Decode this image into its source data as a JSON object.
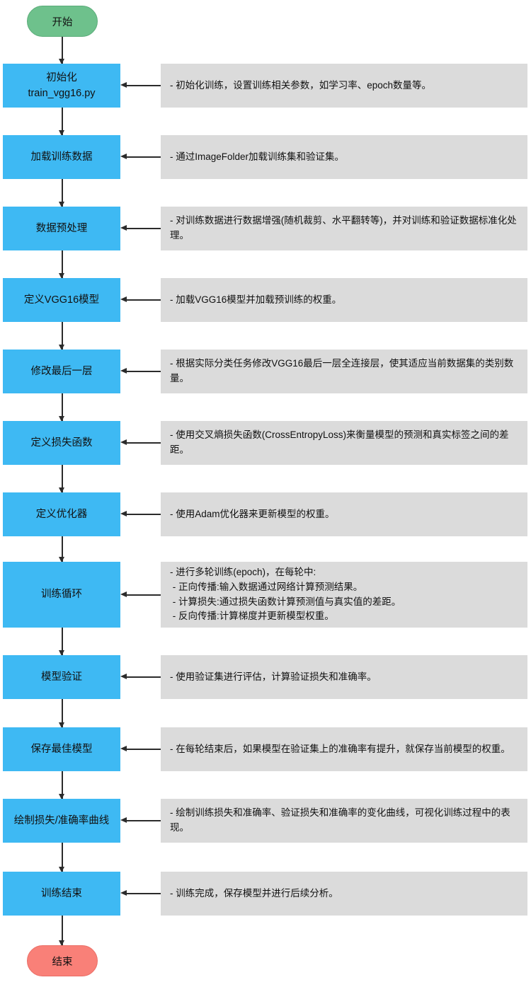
{
  "colors": {
    "node_fill": "#3eb9f3",
    "note_fill": "#dbdbdb",
    "start_fill": "#6ec18c",
    "end_fill": "#f98078",
    "arrow": "#2b2b2b"
  },
  "flow": {
    "start_label": "开始",
    "end_label": "结束",
    "steps": [
      {
        "label": "初始化\ntrain_vgg16.py",
        "note": "- 初始化训练，设置训练相关参数，如学习率、epoch数量等。"
      },
      {
        "label": "加载训练数据",
        "note": "- 通过ImageFolder加载训练集和验证集。"
      },
      {
        "label": "数据预处理",
        "note": "- 对训练数据进行数据增强(随机裁剪、水平翻转等)，并对训练和验证数据标准化处理。"
      },
      {
        "label": "定义VGG16模型",
        "note": "- 加载VGG16模型并加载预训练的权重。"
      },
      {
        "label": "修改最后一层",
        "note": "- 根据实际分类任务修改VGG16最后一层全连接层，使其适应当前数据集的类别数量。"
      },
      {
        "label": "定义损失函数",
        "note": "- 使用交叉熵损失函数(CrossEntropyLoss)来衡量模型的预测和真实标签之间的差距。"
      },
      {
        "label": "定义优化器",
        "note": "- 使用Adam优化器来更新模型的权重。"
      },
      {
        "label": "训练循环",
        "note": "- 进行多轮训练(epoch)，在每轮中:\n - 正向传播:输入数据通过网络计算预测结果。\n - 计算损失:通过损失函数计算预测值与真实值的差距。\n - 反向传播:计算梯度并更新模型权重。"
      },
      {
        "label": "模型验证",
        "note": "- 使用验证集进行评估，计算验证损失和准确率。"
      },
      {
        "label": "保存最佳模型",
        "note": "- 在每轮结束后，如果模型在验证集上的准确率有提升，就保存当前模型的权重。"
      },
      {
        "label": "绘制损失/准确率曲线",
        "note": "- 绘制训练损失和准确率、验证损失和准确率的变化曲线，可视化训练过程中的表现。"
      },
      {
        "label": "训练结束",
        "note": "- 训练完成，保存模型并进行后续分析。"
      }
    ]
  }
}
